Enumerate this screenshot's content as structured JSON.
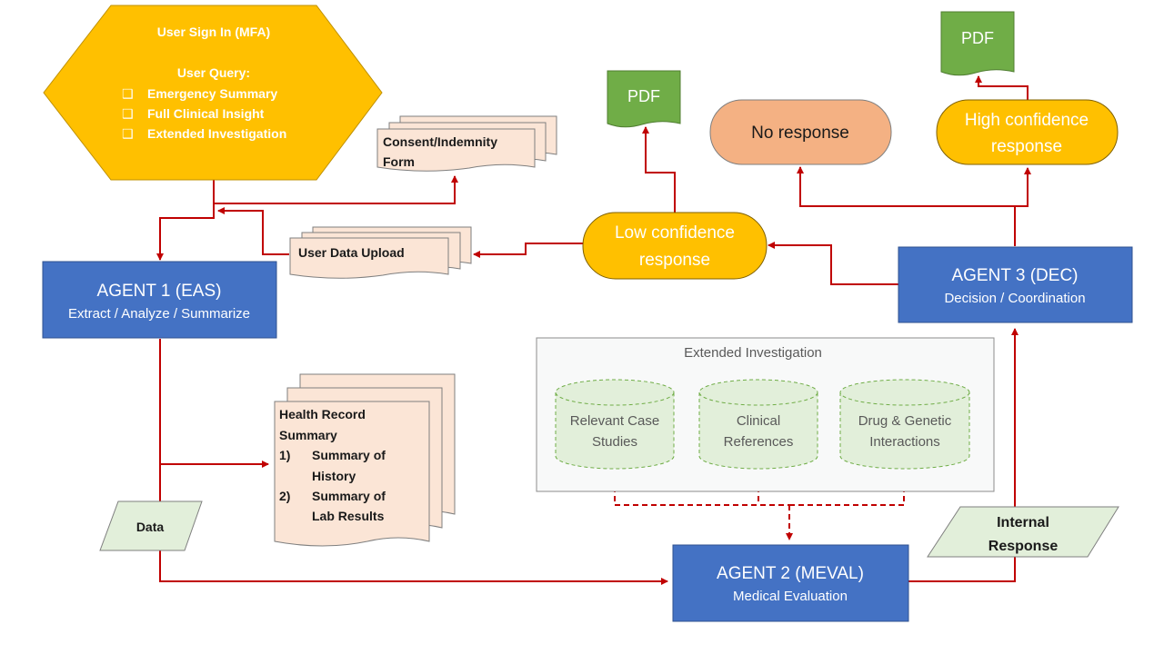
{
  "user_hexagon": {
    "title": "User Sign In (MFA)",
    "query_heading": "User Query:",
    "options": [
      "Emergency Summary",
      "Full Clinical Insight",
      "Extended Investigation"
    ],
    "checkbox_glyph": "❑"
  },
  "consent_form": {
    "line1": "Consent/Indemnity",
    "line2": "Form"
  },
  "user_data_upload": {
    "label": "User Data Upload"
  },
  "agent1": {
    "title": "AGENT 1 (EAS)",
    "subtitle": "Extract / Analyze / Summarize"
  },
  "agent2": {
    "title": "AGENT 2 (MEVAL)",
    "subtitle": "Medical Evaluation"
  },
  "agent3": {
    "title": "AGENT 3 (DEC)",
    "subtitle": "Decision / Coordination"
  },
  "health_record": {
    "line1": "Health Record",
    "line2": "Summary",
    "items": [
      {
        "num": "1)",
        "line1": "Summary of",
        "line2": "History"
      },
      {
        "num": "2)",
        "line1": "Summary of",
        "line2": "Lab Results"
      }
    ]
  },
  "data_label": "Data",
  "internal_response": {
    "line1": "Internal",
    "line2": "Response"
  },
  "extended_investigation": {
    "title": "Extended Investigation",
    "db1": {
      "line1": "Relevant Case",
      "line2": "Studies"
    },
    "db2": {
      "line1": "Clinical",
      "line2": "References"
    },
    "db3": {
      "line1": "Drug & Genetic",
      "line2": "Interactions"
    }
  },
  "low_confidence": {
    "line1": "Low confidence",
    "line2": "response"
  },
  "high_confidence": {
    "line1": "High confidence",
    "line2": "response"
  },
  "no_response": {
    "label": "No response"
  },
  "pdf_label": "PDF",
  "colors": {
    "agent_blue": "#4472c4",
    "hexagon_gold": "#ffc000",
    "doc_peach": "#fbe5d6",
    "pdf_green": "#70ad47",
    "no_response_salmon": "#f4b183",
    "db_green": "#e2efda",
    "arrow_red": "#c00000"
  }
}
